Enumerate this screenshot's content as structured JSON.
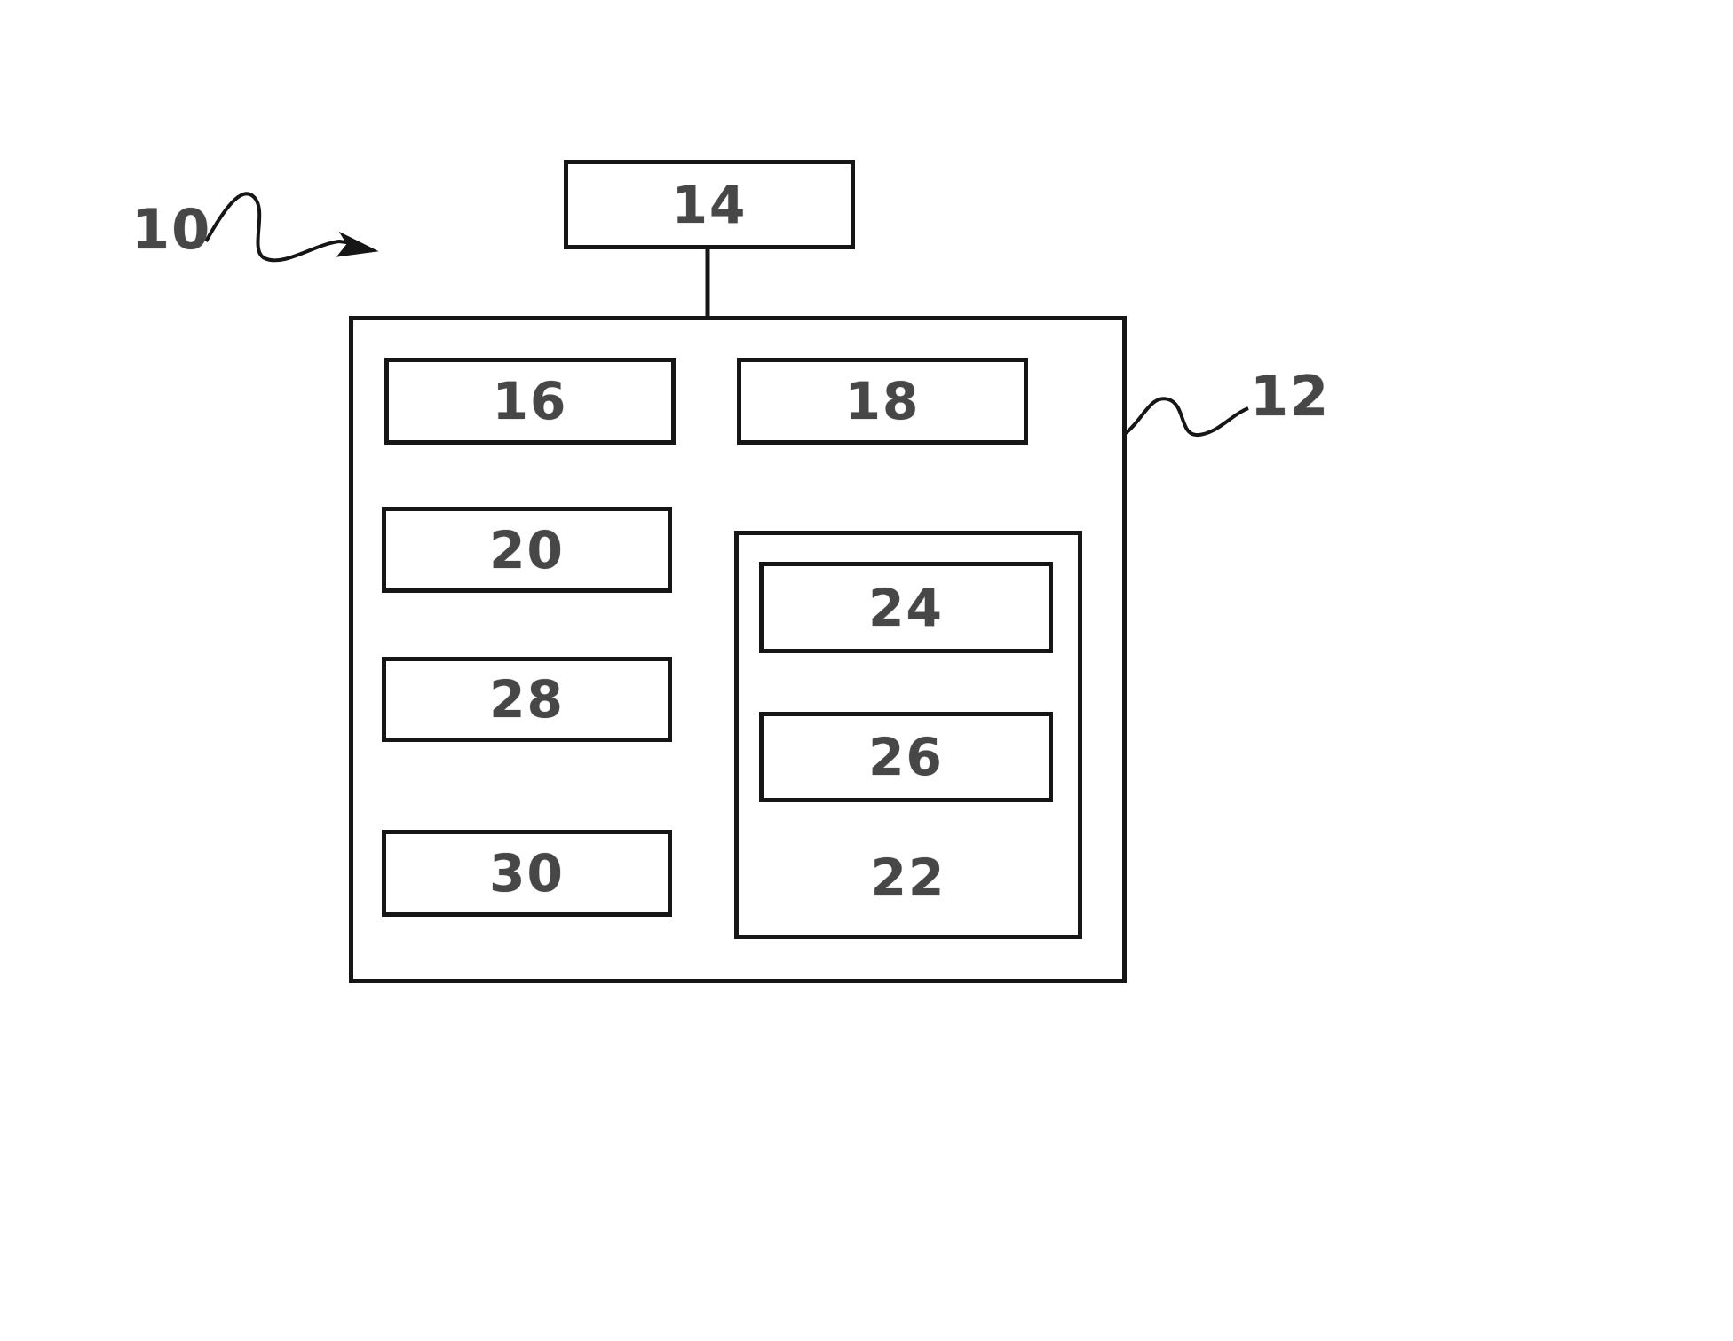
{
  "diagram": {
    "type": "patent-block-diagram",
    "figure_reference": "10",
    "labels": {
      "ref10": "10",
      "ref12": "12",
      "box14": "14",
      "box16": "16",
      "box18": "18",
      "box20": "20",
      "box22": "22",
      "box24": "24",
      "box26": "26",
      "box28": "28",
      "box30": "30"
    },
    "structure": {
      "top_block": "14",
      "outer_block": "12",
      "outer_block_children_left_column": [
        "16",
        "20",
        "28",
        "30"
      ],
      "outer_block_children_right_column": [
        "18",
        "22"
      ],
      "block_22_children": [
        "24",
        "26"
      ],
      "connections": [
        {
          "from": "14",
          "to": "12",
          "style": "straight-vertical-line"
        },
        {
          "from": "ref10-label",
          "to": "diagram",
          "style": "squiggly-leader-with-arrowhead"
        },
        {
          "from": "ref12-label",
          "to": "12",
          "style": "squiggly-leader"
        }
      ]
    },
    "colors": {
      "line": "#161616",
      "background": "#ffffff",
      "text": "#474747"
    }
  }
}
